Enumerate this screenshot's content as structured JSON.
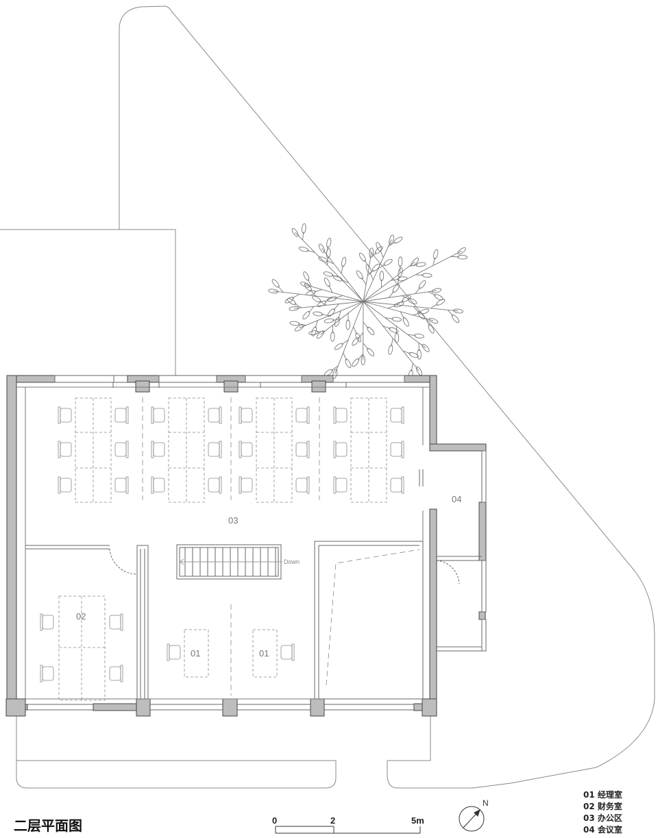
{
  "title": "二层平面图",
  "rooms": {
    "r01": "01",
    "r02": "02",
    "r03": "03",
    "r04": "04"
  },
  "stair_label": "Down",
  "legend": [
    {
      "code": "01",
      "name": "经理室"
    },
    {
      "code": "02",
      "name": "财务室"
    },
    {
      "code": "03",
      "name": "办公区"
    },
    {
      "code": "04",
      "name": "会议室"
    }
  ],
  "scale": {
    "t0": "0",
    "t1": "2",
    "t2": "5m"
  },
  "north": "N",
  "colors": {
    "wall": "#bdbdbd",
    "line": "#555555",
    "faint": "#9a9a9a"
  }
}
